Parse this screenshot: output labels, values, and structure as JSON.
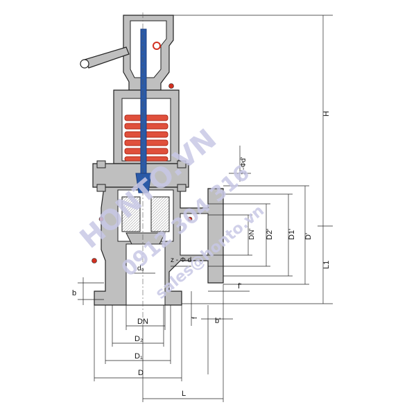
{
  "labels": {
    "H": "H",
    "L1": "L1",
    "D_prime": "D'",
    "D1_prime": "D1'",
    "D2_prime": "D2'",
    "DN_prime": "DN'",
    "b_prime": "b'",
    "f_prime": "f'",
    "f": "f",
    "b": "b",
    "zphid_top": "z'-Φd'",
    "zphid_bottom": "z - Φ d",
    "d0": "d₀",
    "DN": "DN",
    "D2": "D₂",
    "D1": "D₁",
    "D": "D",
    "L": "L"
  },
  "watermark": {
    "brand": "HONTO.VN",
    "phone": "0912 304 316",
    "email": "sales@honto.vn"
  },
  "colors": {
    "body": "#bfbfbf",
    "outline": "#222222",
    "spring": "#e0503c",
    "stem": "#2a5aa8",
    "accent_red": "#d23020",
    "watermark": "#c8c8e6"
  }
}
